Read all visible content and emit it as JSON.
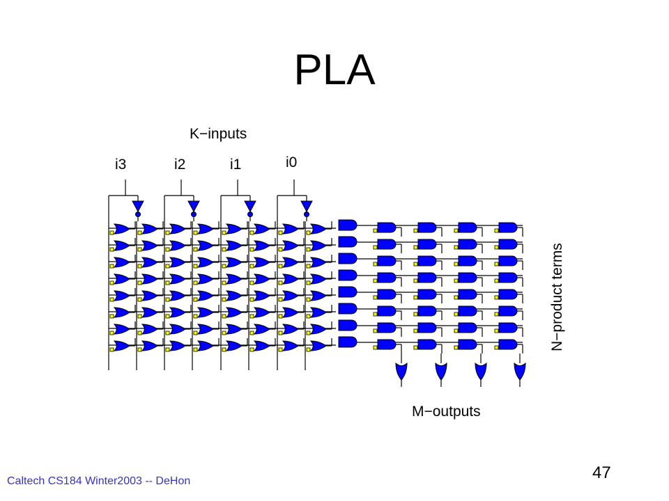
{
  "slide": {
    "title": "PLA",
    "footer": "Caltech CS184 Winter2003 -- DeHon",
    "page_number": "47"
  },
  "diagram": {
    "k_inputs_label": "K−inputs",
    "input_labels": [
      "i3",
      "i2",
      "i1",
      "i0"
    ],
    "n_product_terms_label": "N−product terms",
    "m_outputs_label": "M−outputs",
    "product_term_count": 8,
    "output_count": 4,
    "colors": {
      "gate_fill": "#0000ff",
      "config_bit_fill": "#ffff00",
      "wire": "#000000"
    }
  }
}
